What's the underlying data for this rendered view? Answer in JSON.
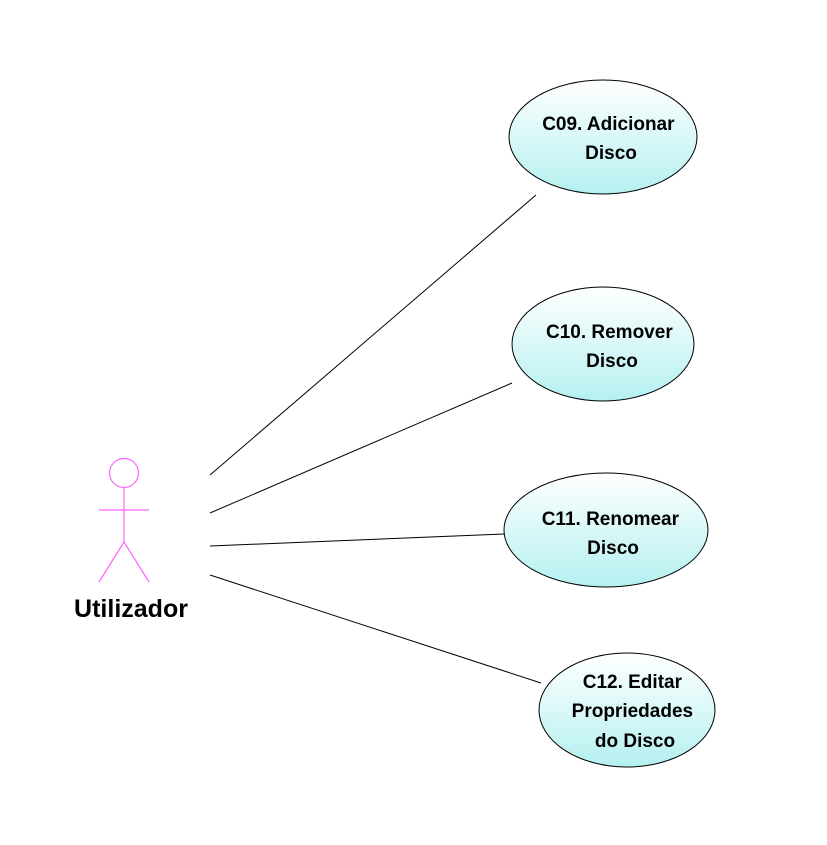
{
  "actor": {
    "name": "Utilizador",
    "color": "#ff66ff"
  },
  "use_cases": [
    {
      "id": "C09",
      "lines": [
        "C09. Adicionar",
        "Disco"
      ]
    },
    {
      "id": "C10",
      "lines": [
        "C10. Remover",
        "Disco"
      ]
    },
    {
      "id": "C11",
      "lines": [
        "C11. Renomear",
        "Disco"
      ]
    },
    {
      "id": "C12",
      "lines": [
        "C12. Editar",
        "Propriedades",
        "do Disco"
      ]
    }
  ],
  "colors": {
    "use_case_fill_top": "#ffffff",
    "use_case_fill_bottom": "#b5f0f0",
    "use_case_stroke": "#000000",
    "line": "#000000"
  }
}
